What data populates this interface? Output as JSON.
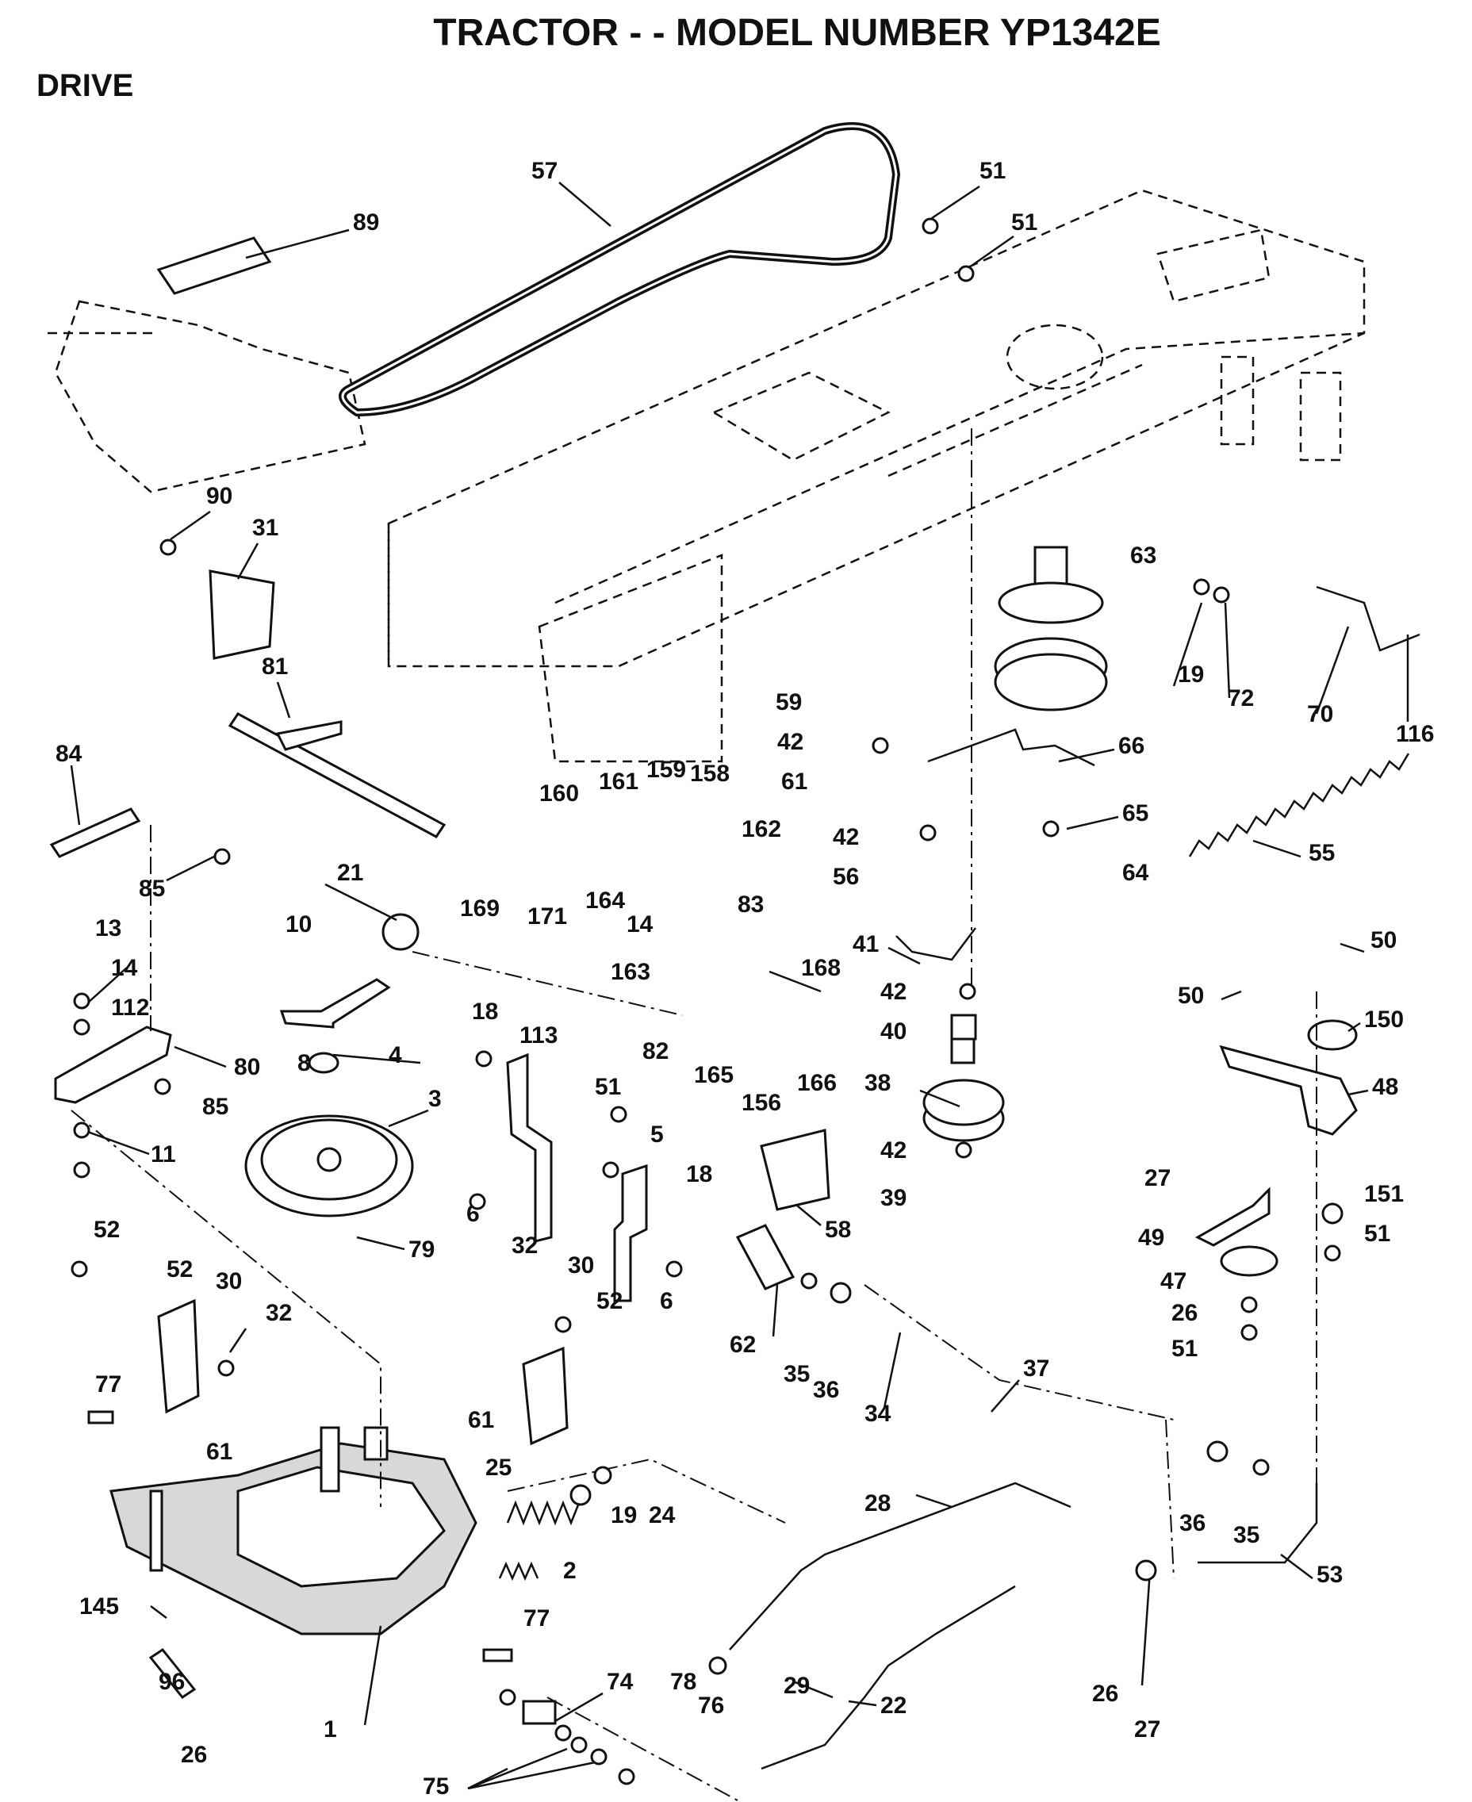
{
  "title": "TRACTOR - - MODEL NUMBER YP1342E",
  "section": "DRIVE",
  "part_numbers": [
    "57",
    "51",
    "51",
    "89",
    "90",
    "31",
    "81",
    "84",
    "85",
    "13",
    "14",
    "112",
    "80",
    "85",
    "11",
    "21",
    "10",
    "8",
    "4",
    "3",
    "79",
    "52",
    "52",
    "30",
    "32",
    "77",
    "61",
    "145",
    "96",
    "26",
    "1",
    "160",
    "161",
    "159",
    "158",
    "162",
    "169",
    "171",
    "164",
    "14",
    "163",
    "83",
    "82",
    "168",
    "165",
    "156",
    "166",
    "18",
    "113",
    "6",
    "51",
    "5",
    "18",
    "6",
    "32",
    "30",
    "52",
    "61",
    "25",
    "19",
    "24",
    "2",
    "77",
    "74",
    "78",
    "76",
    "75",
    "63",
    "59",
    "42",
    "61",
    "66",
    "42",
    "56",
    "65",
    "64",
    "19",
    "72",
    "70",
    "116",
    "55",
    "41",
    "42",
    "40",
    "38",
    "42",
    "39",
    "58",
    "62",
    "35",
    "36",
    "34",
    "37",
    "28",
    "29",
    "22",
    "50",
    "50",
    "150",
    "48",
    "27",
    "151",
    "51",
    "49",
    "47",
    "26",
    "51",
    "36",
    "35",
    "53",
    "26",
    "27"
  ]
}
